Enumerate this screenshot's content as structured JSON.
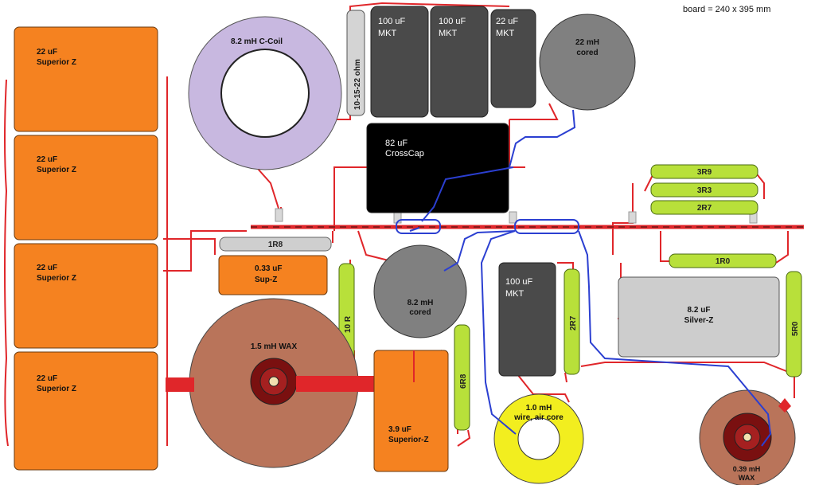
{
  "board_note": "board = 240 x 395 mm",
  "components": {
    "cap_22uF_1": {
      "value": "22 uF",
      "type": "Superior Z"
    },
    "cap_22uF_2": {
      "value": "22 uF",
      "type": "Superior Z"
    },
    "cap_22uF_3": {
      "value": "22 uF",
      "type": "Superior Z"
    },
    "cap_22uF_4": {
      "value": "22 uF",
      "type": "Superior Z"
    },
    "coil_8mH2_ccoil": {
      "label": "8.2 mH C-Coil"
    },
    "res_10_15_22": {
      "label": "10-15-22 ohm"
    },
    "cap_100uF_mkt_1": {
      "value": "100 uF",
      "type": "MKT"
    },
    "cap_100uF_mkt_2": {
      "value": "100 uF",
      "type": "MKT"
    },
    "cap_22uF_mkt": {
      "value": "22 uF",
      "type": "MKT"
    },
    "coil_22mH": {
      "value": "22 mH",
      "type": "cored"
    },
    "cap_82uF_crosscap": {
      "value": "82 uF",
      "type": "CrossCap"
    },
    "res_3R9": {
      "label": "3R9"
    },
    "res_3R3": {
      "label": "3R3"
    },
    "res_2R7_top": {
      "label": "2R7"
    },
    "res_1R8": {
      "label": "1R8"
    },
    "cap_033uF": {
      "value": "0.33 uF",
      "type": "Sup-Z"
    },
    "res_10R": {
      "label": "10 R"
    },
    "coil_8mH2_cored": {
      "value": "8.2 mH",
      "type": "cored"
    },
    "cap_100uF_mkt_3": {
      "value": "100 uF",
      "type": "MKT"
    },
    "res_2R7_mid": {
      "label": "2R7"
    },
    "res_1R0": {
      "label": "1R0"
    },
    "cap_8uF2_silverz": {
      "value": "8.2 uF",
      "type": "Silver-Z"
    },
    "res_5R0": {
      "label": "5R0"
    },
    "coil_1mH5_wax": {
      "label": "1.5 mH WAX"
    },
    "cap_3uF9": {
      "value": "3.9 uF",
      "type": "Superior-Z"
    },
    "res_6R8": {
      "label": "6R8"
    },
    "coil_1mH0_air": {
      "value": "1.0 mH",
      "type": "wire, air core"
    },
    "coil_0mH39_wax": {
      "value": "0.39 mH",
      "type": "WAX"
    }
  },
  "colors": {
    "orange_cap": "#f58220",
    "dark_cap": "#4a4a4a",
    "black_cap": "#000000",
    "grey_coil": "#808080",
    "lilac_coil": "#c8b8e0",
    "brown_coil": "#b9745a",
    "yellow_coil": "#f2ee1f",
    "green_res": "#b8e03a",
    "grey_res": "#cfcfcf",
    "silver_cap": "#cdcdcd",
    "wire_red": "#e0262a",
    "wire_blue": "#2b3fd1",
    "wax_core": "#7a1010"
  }
}
